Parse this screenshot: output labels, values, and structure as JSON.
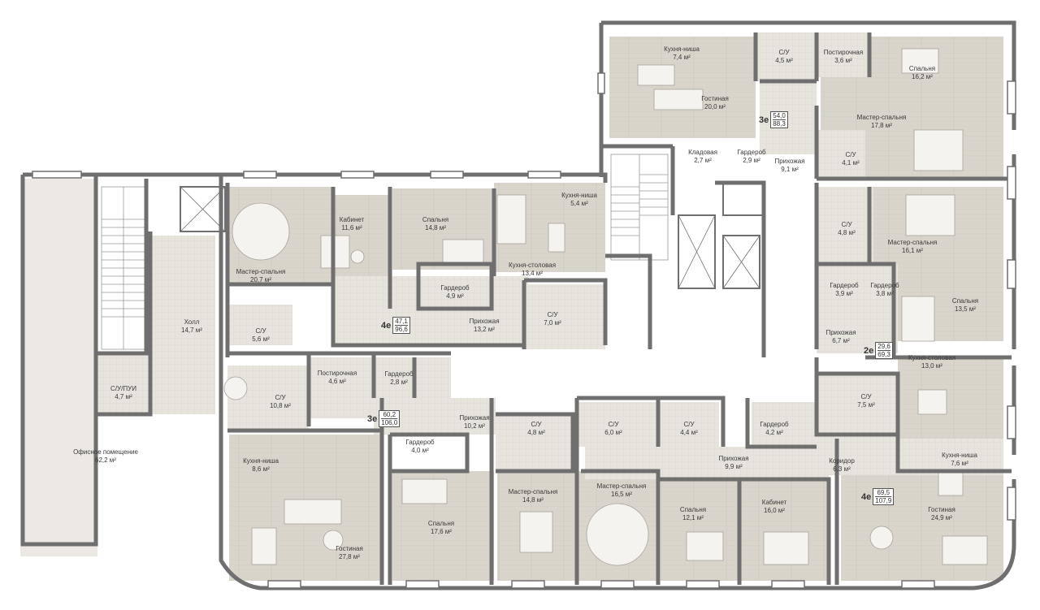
{
  "plan": {
    "colors": {
      "wall": "#6f6f6f",
      "floor_wood": "#d6d2c9",
      "floor_tile": "#e6e3dd",
      "shaft": "#ffffff",
      "furniture": "#f3f2ef",
      "label": "#3a3a3a"
    },
    "rooms": [
      {
        "id": "r1",
        "name": "Кухня-ниша",
        "area": "7,4 м²"
      },
      {
        "id": "r2",
        "name": "Гостиная",
        "area": "20,0 м²"
      },
      {
        "id": "r3",
        "name": "С/У",
        "area": "4,5 м²"
      },
      {
        "id": "r4",
        "name": "Постирочная",
        "area": "3,6 м²"
      },
      {
        "id": "r5",
        "name": "Спальня",
        "area": "16,2 м²"
      },
      {
        "id": "r6",
        "name": "Мастер-спальня",
        "area": "17,8 м²"
      },
      {
        "id": "r7",
        "name": "Кладовая",
        "area": "2,7 м²"
      },
      {
        "id": "r8",
        "name": "Гардероб",
        "area": "2,9 м²"
      },
      {
        "id": "r9",
        "name": "Прихожая",
        "area": "9,1 м²"
      },
      {
        "id": "r10",
        "name": "С/У",
        "area": "4,1 м²"
      },
      {
        "id": "r11",
        "name": "Кабинет",
        "area": "11,6 м²"
      },
      {
        "id": "r12",
        "name": "Спальня",
        "area": "14,8 м²"
      },
      {
        "id": "r13",
        "name": "Кухня-ниша",
        "area": "5,4 м²"
      },
      {
        "id": "r14",
        "name": "Мастер-спальня",
        "area": "20,7 м²"
      },
      {
        "id": "r15",
        "name": "Кухня-столовая",
        "area": "13,4 м²"
      },
      {
        "id": "r16",
        "name": "Гардероб",
        "area": "4,9 м²"
      },
      {
        "id": "r17",
        "name": "С/У",
        "area": "7,0 м²"
      },
      {
        "id": "r18",
        "name": "Прихожая",
        "area": "13,2 м²"
      },
      {
        "id": "r19",
        "name": "С/У",
        "area": "5,6 м²"
      },
      {
        "id": "r20",
        "name": "Холл",
        "area": "14,7 м²"
      },
      {
        "id": "r21",
        "name": "С/У",
        "area": "4,8 м²"
      },
      {
        "id": "r22",
        "name": "Мастер-спальня",
        "area": "16,1 м²"
      },
      {
        "id": "r23",
        "name": "Гардероб",
        "area": "3,9 м²"
      },
      {
        "id": "r24",
        "name": "Гардероб",
        "area": "3,8 м²"
      },
      {
        "id": "r25",
        "name": "Спальня",
        "area": "13,5 м²"
      },
      {
        "id": "r26",
        "name": "Прихожая",
        "area": "6,7 м²"
      },
      {
        "id": "r27",
        "name": "Кухня-столовая",
        "area": "13,0 м²"
      },
      {
        "id": "r28",
        "name": "С/У/ПУИ",
        "area": "4,7 м²"
      },
      {
        "id": "r29",
        "name": "Постирочная",
        "area": "4,6 м²"
      },
      {
        "id": "r30",
        "name": "Гардероб",
        "area": "2,8 м²"
      },
      {
        "id": "r31",
        "name": "С/У",
        "area": "10,8 м²"
      },
      {
        "id": "r32",
        "name": "Прихожая",
        "area": "10,2 м²"
      },
      {
        "id": "r33",
        "name": "С/У",
        "area": "4,8 м²"
      },
      {
        "id": "r34",
        "name": "С/У",
        "area": "6,0 м²"
      },
      {
        "id": "r35",
        "name": "С/У",
        "area": "4,4 м²"
      },
      {
        "id": "r36",
        "name": "С/У",
        "area": "7,5 м²"
      },
      {
        "id": "r37",
        "name": "Гардероб",
        "area": "4,2 м²"
      },
      {
        "id": "r38",
        "name": "Гардероб",
        "area": "4,0 м²"
      },
      {
        "id": "r39",
        "name": "Офисное помещение",
        "area": "62,2 м²"
      },
      {
        "id": "r40",
        "name": "Кухня-ниша",
        "area": "8,6 м²"
      },
      {
        "id": "r41",
        "name": "Прихожая",
        "area": "9,9 м²"
      },
      {
        "id": "r42",
        "name": "Коридор",
        "area": "6,3 м²"
      },
      {
        "id": "r43",
        "name": "Кухня-ниша",
        "area": "7,6 м²"
      },
      {
        "id": "r44",
        "name": "Мастер-спальня",
        "area": "14,8 м²"
      },
      {
        "id": "r45",
        "name": "Мастер-спальня",
        "area": "16,5 м²"
      },
      {
        "id": "r46",
        "name": "Спальня",
        "area": "17,6 м²"
      },
      {
        "id": "r47",
        "name": "Спальня",
        "area": "12,1 м²"
      },
      {
        "id": "r48",
        "name": "Кабинет",
        "area": "16,0 м²"
      },
      {
        "id": "r49",
        "name": "Гостиная",
        "area": "24,9 м²"
      },
      {
        "id": "r50",
        "name": "Гостиная",
        "area": "27,8 м²"
      }
    ],
    "apartments": [
      {
        "id": "a1",
        "type": "3е",
        "living": "54,0",
        "total": "88,3"
      },
      {
        "id": "a2",
        "type": "4е",
        "living": "47,1",
        "total": "96,6"
      },
      {
        "id": "a3",
        "type": "2е",
        "living": "29,6",
        "total": "69,3"
      },
      {
        "id": "a4",
        "type": "3е",
        "living": "60,2",
        "total": "106,0"
      },
      {
        "id": "a5",
        "type": "4е",
        "living": "69,5",
        "total": "107,9"
      }
    ]
  }
}
